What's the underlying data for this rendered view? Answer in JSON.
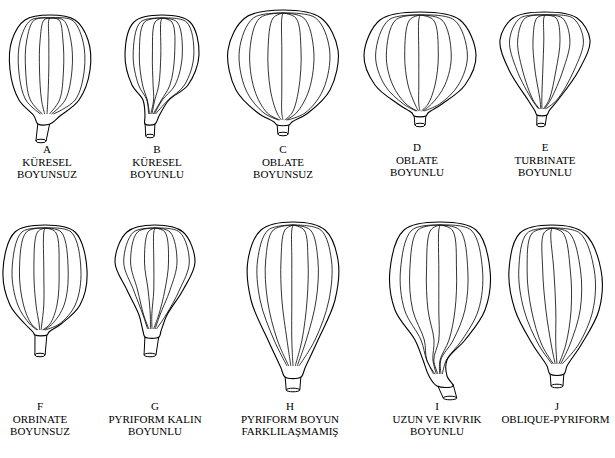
{
  "diagram": {
    "labels": [
      "A",
      "KÜRESEL BOYUNSUZ",
      "B",
      "KÜRESEL BOYUNLU",
      "C",
      "OBLATE BOYUNSUZ",
      "D",
      "OBLATE BOYUNLU",
      "E",
      "TURBINATE BOYUNLU",
      "F",
      "ORBINATE BOYUNSUZ",
      "G",
      "PYRIFORM KALIN BOYUNLU",
      "H",
      "PYRIFORM BOYUN FARKLILAŞMAMIŞ",
      "I",
      "UZUN VE KIVRIK BOYUNLU",
      "J",
      "OBLIQUE-PYRIFORM"
    ]
  }
}
